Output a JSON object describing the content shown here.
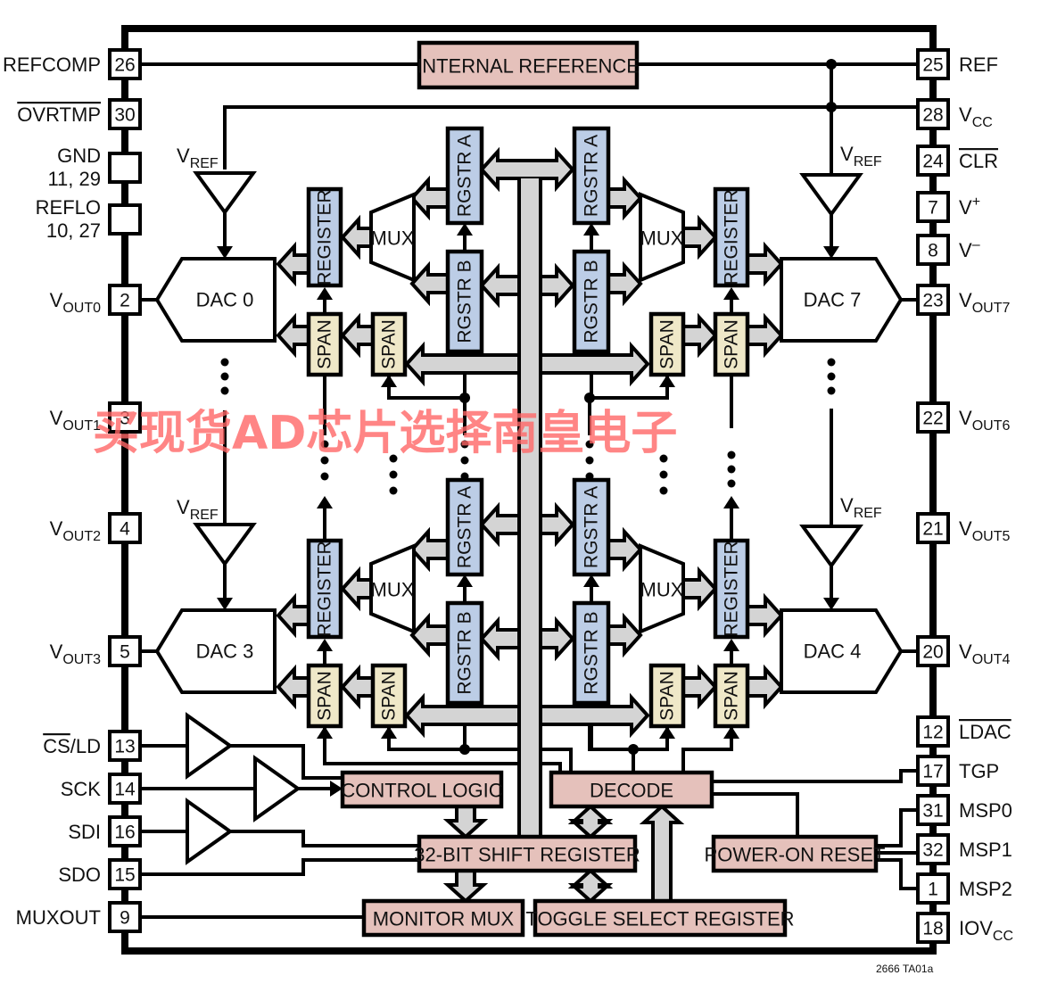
{
  "title": "LTC2666 Block Diagram",
  "figure_id": "2666 TA01a",
  "watermark": "买现货AD芯片选择南皇电子",
  "colors": {
    "logic_block": "#e5c1bb",
    "register_block": "#bccde6",
    "span_block": "#efe8c8",
    "bus": "#d4d4d4",
    "watermark": "#ff6666"
  },
  "left_pins": [
    {
      "num": "26",
      "name": "REFCOMP",
      "overbar": false
    },
    {
      "num": "30",
      "name": "OVRTMP",
      "overbar": true
    },
    {
      "num": "",
      "name": "GND",
      "name2": "11, 29"
    },
    {
      "num": "",
      "name": "REFLO",
      "name2": "10, 27"
    },
    {
      "num": "2",
      "name": "V",
      "sub": "OUT0"
    },
    {
      "num": "3",
      "name": "V",
      "sub": "OUT1"
    },
    {
      "num": "4",
      "name": "V",
      "sub": "OUT2"
    },
    {
      "num": "5",
      "name": "V",
      "sub": "OUT3"
    },
    {
      "num": "13",
      "name_overbar": "CS",
      "name": "/LD"
    },
    {
      "num": "14",
      "name": "SCK"
    },
    {
      "num": "16",
      "name": "SDI"
    },
    {
      "num": "15",
      "name": "SDO"
    },
    {
      "num": "9",
      "name": "MUXOUT"
    }
  ],
  "right_pins": [
    {
      "num": "25",
      "name": "REF"
    },
    {
      "num": "28",
      "name": "V",
      "sub": "CC"
    },
    {
      "num": "24",
      "name": "CLR",
      "overbar": true
    },
    {
      "num": "7",
      "name": "V",
      "sup": "+"
    },
    {
      "num": "8",
      "name": "V",
      "sup": "–"
    },
    {
      "num": "23",
      "name": "V",
      "sub": "OUT7"
    },
    {
      "num": "22",
      "name": "V",
      "sub": "OUT6"
    },
    {
      "num": "21",
      "name": "V",
      "sub": "OUT5"
    },
    {
      "num": "20",
      "name": "V",
      "sub": "OUT4"
    },
    {
      "num": "12",
      "name": "LDAC",
      "overbar": true
    },
    {
      "num": "17",
      "name": "TGP"
    },
    {
      "num": "31",
      "name": "MSP0"
    },
    {
      "num": "32",
      "name": "MSP1"
    },
    {
      "num": "1",
      "name": "MSP2"
    },
    {
      "num": "18",
      "name": "IOV",
      "sub": "CC"
    }
  ],
  "blocks": {
    "internal_reference": "INTERNAL REFERENCE",
    "control_logic": "CONTROL LOGIC",
    "decode": "DECODE",
    "shift_register": "32-BIT SHIFT REGISTER",
    "power_on_reset": "POWER-ON RESET",
    "monitor_mux": "MONITOR MUX",
    "toggle_select_register": "TOGGLE SELECT REGISTER"
  },
  "dacs": [
    "DAC 0",
    "DAC 7",
    "DAC 3",
    "DAC 4"
  ],
  "channel_blocks": {
    "register": "REGISTER",
    "rgstr_a": "RGSTR A",
    "rgstr_b": "RGSTR B",
    "span": "SPAN",
    "mux": "MUX"
  },
  "vref_label": {
    "main": "V",
    "sub": "REF"
  }
}
